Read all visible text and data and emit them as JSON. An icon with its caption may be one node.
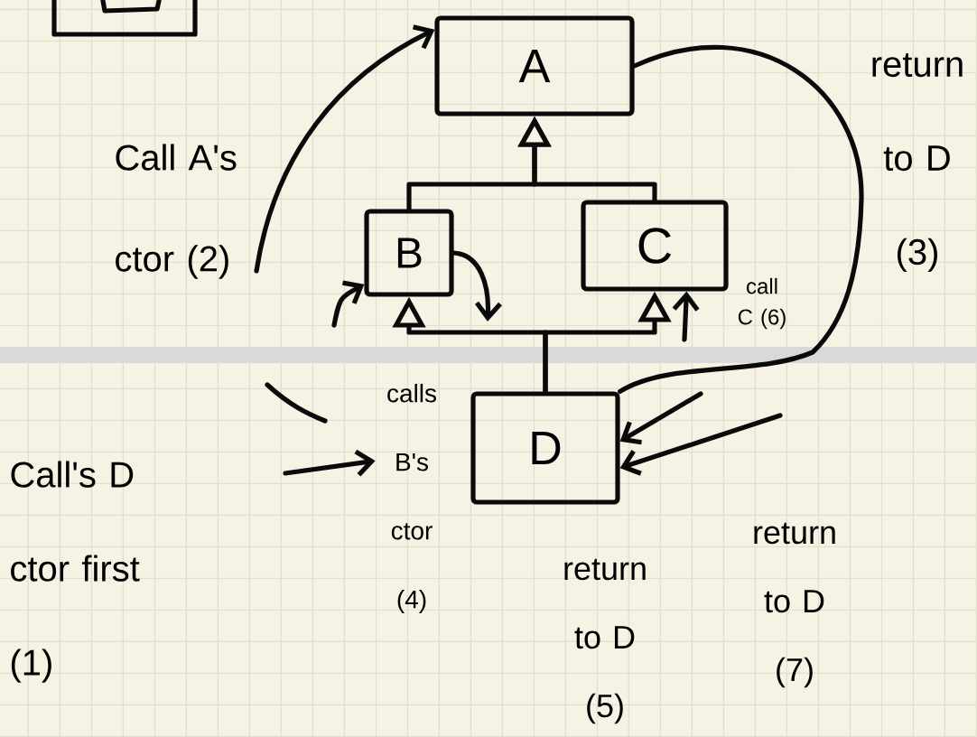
{
  "diagram": {
    "nodes": [
      {
        "text": [],
        "shape": "box"
      },
      {
        "text": [
          "A"
        ]
      },
      {
        "text": [
          "B"
        ]
      },
      {
        "text": [
          "C"
        ]
      },
      {
        "text": [
          "D"
        ]
      },
      {
        "text": [
          "calls B's ctor (4)"
        ]
      }
    ],
    "edges": [
      {
        "from": 2,
        "to": 1,
        "arrow": "to"
      },
      {
        "from": 3,
        "to": 1,
        "arrow": "to"
      },
      {
        "from": 4,
        "to": 2,
        "arrow": "to"
      },
      {
        "from": 4,
        "to": 3,
        "arrow": "to"
      },
      {
        "from": null,
        "to": 1,
        "arrow": "to",
        "label": "Call A's ctor (2)"
      },
      {
        "from": 1,
        "to": 4,
        "arrow": "none",
        "label": "return to D (3)"
      },
      {
        "from": null,
        "to": 2,
        "arrow": "to"
      },
      {
        "from": 2,
        "to": null,
        "arrow": "to"
      },
      {
        "from": null,
        "to": 3,
        "arrow": "to",
        "label": "call C (6)"
      },
      {
        "from": null,
        "to": 5,
        "arrow": "to"
      },
      {
        "from": null,
        "to": 4,
        "arrow": "to"
      },
      {
        "from": null,
        "to": 4,
        "arrow": "to"
      }
    ],
    "labels": [
      "Call's D ctor first (1)",
      "return to D (5)",
      "return to D (7)"
    ]
  }
}
